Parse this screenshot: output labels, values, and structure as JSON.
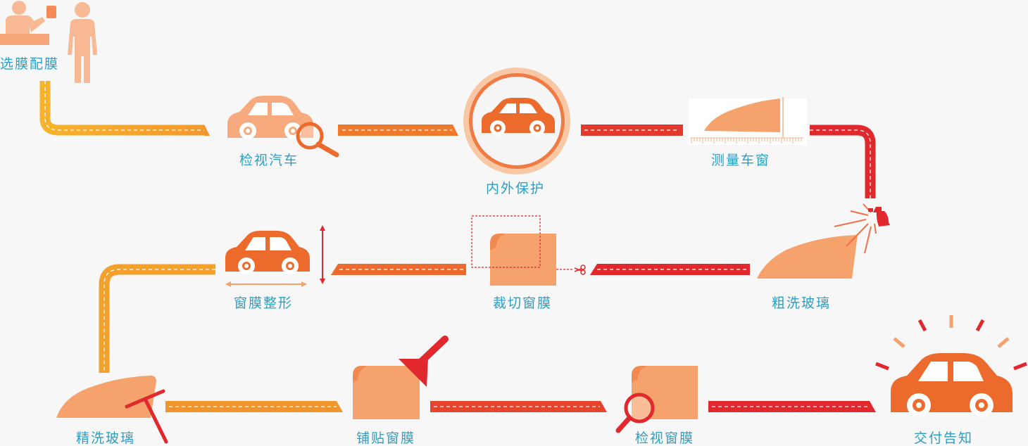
{
  "steps": [
    {
      "id": "select",
      "label": "选膜配膜"
    },
    {
      "id": "inspect-car",
      "label": "检视汽车"
    },
    {
      "id": "protect",
      "label": "内外保护"
    },
    {
      "id": "measure",
      "label": "测量车窗"
    },
    {
      "id": "rough-wash",
      "label": "粗洗玻璃"
    },
    {
      "id": "cut",
      "label": "裁切窗膜"
    },
    {
      "id": "shape",
      "label": "窗膜整形"
    },
    {
      "id": "fine-wash",
      "label": "精洗玻璃"
    },
    {
      "id": "apply",
      "label": "铺贴窗膜"
    },
    {
      "id": "inspect-film",
      "label": "检视窗膜"
    },
    {
      "id": "deliver",
      "label": "交付告知"
    }
  ],
  "colors": {
    "label": "#2b9fc4",
    "peach": "#f5a26c",
    "orange": "#ef6b2f",
    "red": "#e0282d",
    "yellow": "#f7b32c"
  },
  "icons": [
    "people-icon",
    "car-search-icon",
    "car-shield-icon",
    "window-ruler-icon",
    "spray-window-icon",
    "film-cut-icon",
    "car-resize-icon",
    "squeegee-window-icon",
    "film-apply-icon",
    "film-search-icon",
    "car-shine-icon"
  ]
}
